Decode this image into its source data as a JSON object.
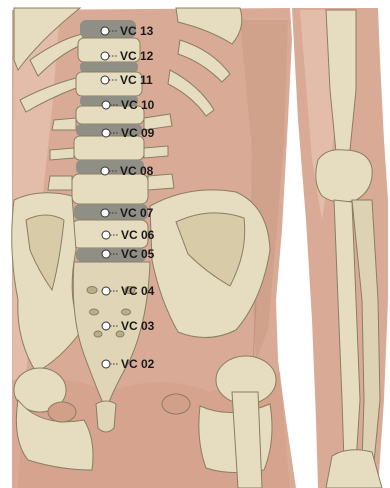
{
  "figure": {
    "colors": {
      "skin": "#d9ab96",
      "skin_light": "#e8c4b2",
      "bone": "#e6dcc0",
      "bone_shadow": "#b9ad8a",
      "disc": "#8f8f86",
      "outline": "#8a7e62",
      "background": "#ffffff"
    },
    "points": [
      {
        "label": "VC 13"
      },
      {
        "label": "VC 12"
      },
      {
        "label": "VC 11"
      },
      {
        "label": "VC 10"
      },
      {
        "label": "VC 09"
      },
      {
        "label": "VC 08"
      },
      {
        "label": "VC 07"
      },
      {
        "label": "VC 06"
      },
      {
        "label": "VC 05"
      },
      {
        "label": "VC 04"
      },
      {
        "label": "VC 03"
      },
      {
        "label": "VC 02"
      }
    ]
  }
}
